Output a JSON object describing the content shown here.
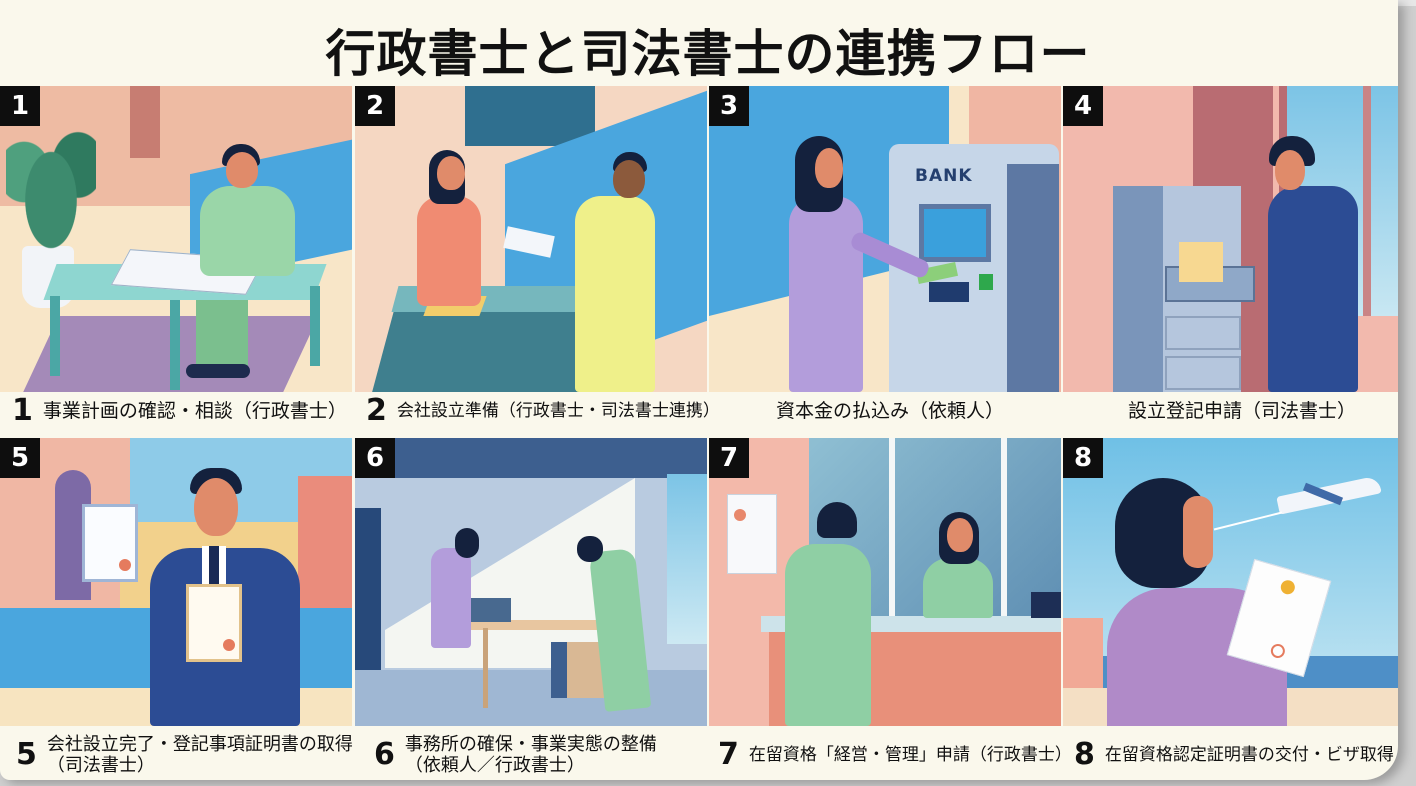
{
  "title": "行政書士と司法書士の連携フロー",
  "colors": {
    "background": "#faf8ec",
    "badge": "#0e0e0e",
    "badge_text": "#ffffff",
    "caption_text": "#111111",
    "pool_blue": "#4aa6de",
    "wall_pink": "#eeb7a2",
    "suit_blue": "#2c4c94",
    "suit_green": "#8fcfa4",
    "suit_purple": "#b39ddb"
  },
  "panels": [
    {
      "number": "1",
      "caption": "事業計画の確認・相談（行政書士）",
      "scene": "man-drafting-plan-at-desk"
    },
    {
      "number": "2",
      "caption": "会社設立準備（行政書士・司法書士連携）",
      "scene": "two-people-exchanging-documents"
    },
    {
      "number": "3",
      "caption": "資本金の払込み（依頼人）",
      "scene": "woman-depositing-at-atm",
      "atm_label": "BANK"
    },
    {
      "number": "4",
      "caption": "設立登記申請（司法書士）",
      "scene": "man-filing-documents-in-cabinet"
    },
    {
      "number": "5",
      "caption_line1": "会社設立完了・登記事項証明書の取得",
      "caption_line2": "（司法書士）",
      "scene": "man-holding-certificates"
    },
    {
      "number": "6",
      "caption_line1": "事務所の確保・事業実態の整備",
      "caption_line2": "（依頼人／行政書士）",
      "scene": "two-people-setting-up-office"
    },
    {
      "number": "7",
      "caption": "在留資格「経営・管理」申請（行政書士）",
      "scene": "man-applying-at-counter"
    },
    {
      "number": "8",
      "caption": "在留資格認定証明書の交付・ビザ取得",
      "scene": "woman-with-certificate-airplane"
    }
  ]
}
